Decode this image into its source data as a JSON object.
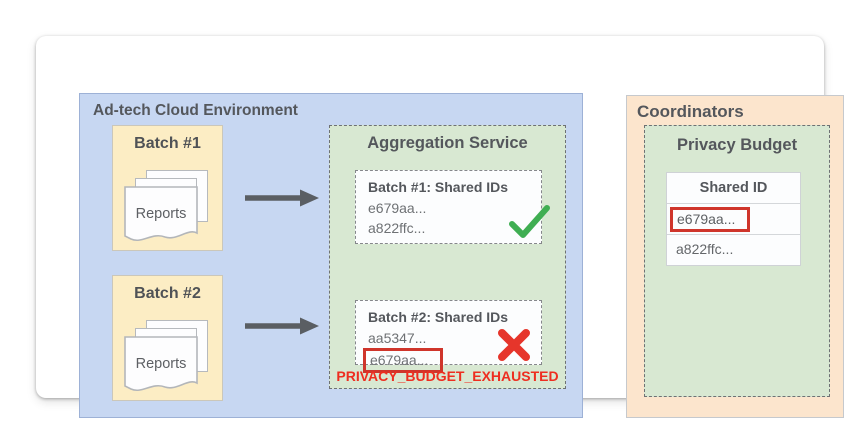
{
  "adtech": {
    "title": "Ad-tech Cloud Environment",
    "batches": [
      {
        "label": "Batch #1",
        "docs_label": "Reports"
      },
      {
        "label": "Batch #2",
        "docs_label": "Reports"
      }
    ],
    "aggregation": {
      "title": "Aggregation Service",
      "results": [
        {
          "title": "Batch #1: Shared IDs",
          "ids": [
            "e679aa...",
            "a822ffc..."
          ],
          "status_icon": "check-icon"
        },
        {
          "title": "Batch #2: Shared IDs",
          "ids": [
            "aa5347...",
            "e679aa..."
          ],
          "flagged_id": "e679aa...",
          "status_icon": "x-icon"
        }
      ],
      "error_label": "PRIVACY_BUDGET_EXHAUSTED"
    }
  },
  "coordinators": {
    "title": "Coordinators",
    "privacy_budget": {
      "title": "Privacy Budget",
      "table": {
        "header": "Shared ID",
        "rows": [
          "e679aa...",
          "a822ffc..."
        ],
        "flagged_row_index": 0
      }
    }
  },
  "colors": {
    "adtech_bg": "#c7d7f2",
    "batch_bg": "#fcedc4",
    "service_bg": "#d8e8d2",
    "coordinators_bg": "#fce5cd",
    "error_red": "#ee2e20",
    "flag_red": "#cf352b",
    "success_green": "#3fae52",
    "arrow_gray": "#5a5e63"
  }
}
